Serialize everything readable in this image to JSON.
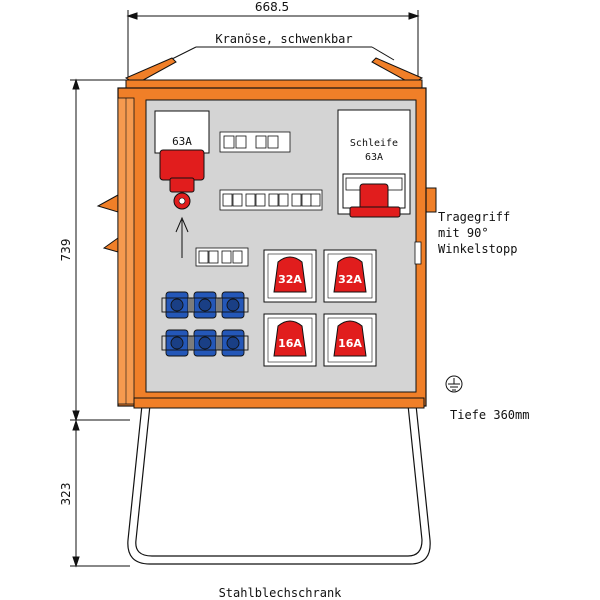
{
  "dimensions": {
    "width": "668.5",
    "height_cabinet": "739",
    "height_stand": "323"
  },
  "labels": {
    "lifting_eye": "Kranöse, schwenkbar",
    "handle_line1": "Tragegriff",
    "handle_line2": "mit 90°",
    "handle_line3": "Winkelstopp",
    "depth": "Tiefe 360mm",
    "material": "Stahlblechschrank"
  },
  "components": {
    "main_inlet": "63A",
    "loop_line1": "Schleife",
    "loop_line2": "63A",
    "cee_outlets": [
      "32A",
      "32A",
      "16A",
      "16A"
    ]
  },
  "colors": {
    "cabinet": "#f07f28",
    "panel": "#d4d4d4",
    "cee_red": "#e11d1d",
    "schuko_blue": "#2457b8"
  },
  "icons": [
    "ground-symbol-icon",
    "arrow-up-icon"
  ]
}
